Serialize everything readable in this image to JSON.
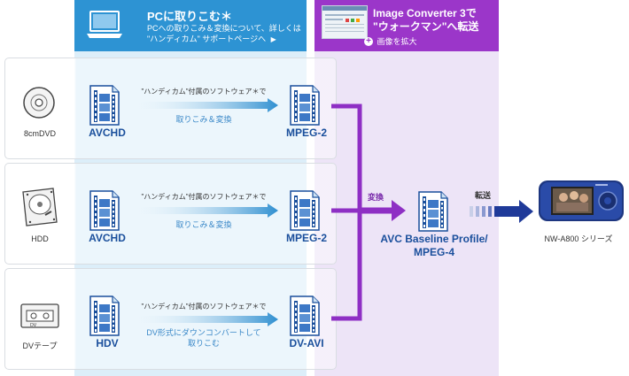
{
  "header_pc": {
    "title": "PCに取りこむ＊",
    "subtitle_line1": "PCへの取りこみ＆変換について、詳しくは",
    "subtitle_line2": "\"ハンディカム\" サポートページへ"
  },
  "header_ic": {
    "title_line1": "Image Converter 3で",
    "title_line2": "\"ウォークマン\"へ転送",
    "enlarge_label": "画像を拡大"
  },
  "rows": [
    {
      "device_label": "8cmDVD",
      "source_format": "AVCHD",
      "software_label": "\"ハンディカム\"付属のソフトウェア＊で",
      "action_label_line1": "取りこみ＆変換",
      "action_label_line2": "",
      "output_format": "MPEG-2"
    },
    {
      "device_label": "HDD",
      "source_format": "AVCHD",
      "software_label": "\"ハンディカム\"付属のソフトウェア＊で",
      "action_label_line1": "取りこみ＆変換",
      "action_label_line2": "",
      "output_format": "MPEG-2"
    },
    {
      "device_label": "DVテープ",
      "source_format": "HDV",
      "software_label": "\"ハンディカム\"付属のソフトウェア＊で",
      "action_label_line1": "DV形式にダウンコンバートして",
      "action_label_line2": "取りこむ",
      "output_format": "DV-AVI"
    }
  ],
  "convert_label": "変換",
  "final_format_line1": "AVC Baseline Profile/",
  "final_format_line2": "MPEG-4",
  "transfer_label": "転送",
  "walkman_label": "NW-A800 シリーズ",
  "colors": {
    "pc_header": "#2d93d3",
    "pc_column": "#dceef9",
    "ic_header": "#9b36c9",
    "ic_column": "#ede4f7",
    "format_text": "#1a4f9c",
    "arrow_blue": "#2f8fd0",
    "arrow_purple": "#8e2fc4",
    "arrow_navy": "#1f3a99"
  }
}
